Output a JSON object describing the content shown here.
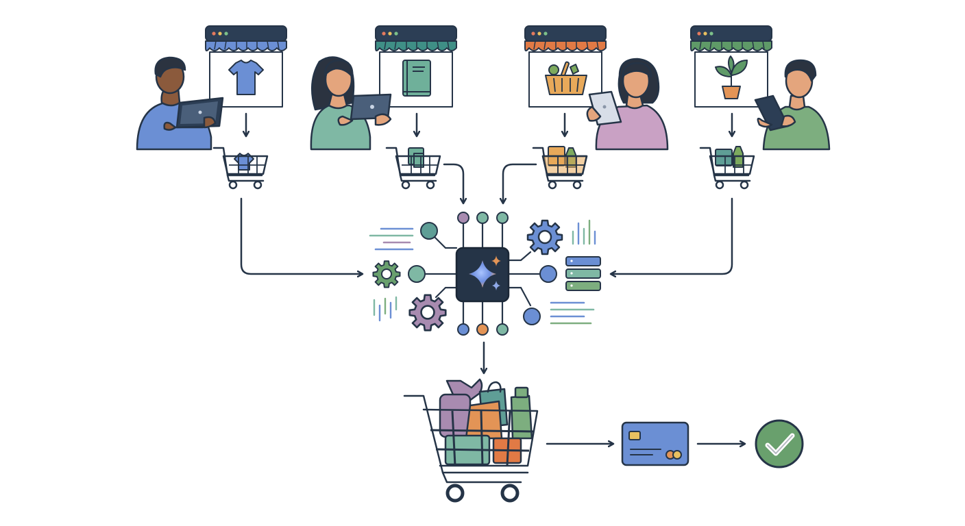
{
  "colors": {
    "outline": "#253447",
    "blue": "#6b8fd4",
    "teal": "#5f9e96",
    "orange": "#e39456",
    "green": "#69a06d",
    "purple": "#a88bb0",
    "skin_dark": "#8b5a3c",
    "skin_light": "#e4a57d"
  },
  "diagram": {
    "shoppers": [
      {
        "id": "shopper-1",
        "shirt_color": "#6b8fd4",
        "device": "laptop-icon",
        "store_accent": "#6b8fd4",
        "product": "tshirt-icon"
      },
      {
        "id": "shopper-2",
        "shirt_color": "#7fb8a4",
        "device": "tablet-icon",
        "store_accent": "#3f8f86",
        "product": "book-icon"
      },
      {
        "id": "shopper-3",
        "shirt_color": "#c9a1c4",
        "device": "tablet-icon",
        "store_accent": "#e17a45",
        "product": "grocery-basket-icon"
      },
      {
        "id": "shopper-4",
        "shirt_color": "#7dae7f",
        "device": "tablet-icon",
        "store_accent": "#5f9a68",
        "product": "potted-plant-icon"
      }
    ],
    "hub": {
      "icon": "ai-sparkle-chip-icon"
    },
    "flow": [
      "shopping-cart-icon",
      "credit-card-icon",
      "checkmark-circle-icon"
    ]
  }
}
